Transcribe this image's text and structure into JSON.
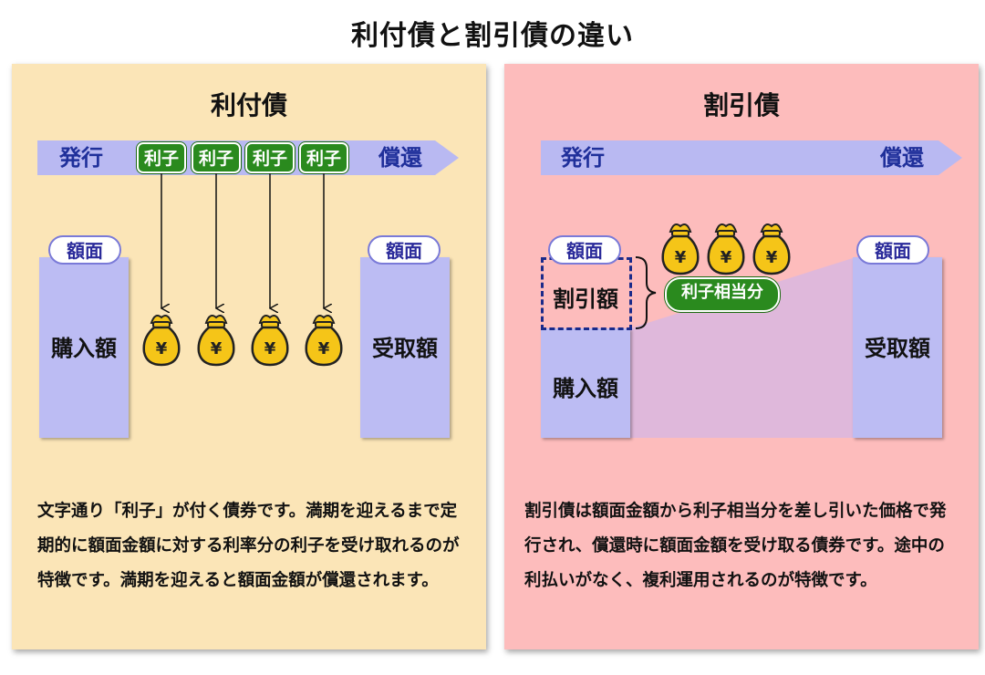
{
  "title": "利付債と割引債の違い",
  "left": {
    "heading": "利付債",
    "issue": "発行",
    "redeem": "償還",
    "interest_tags": [
      "利子",
      "利子",
      "利子",
      "利子"
    ],
    "face_left": "額面",
    "face_right": "額面",
    "purchase": "購入額",
    "receive": "受取額",
    "coin_symbol": "¥",
    "description": "文字通り「利子」が付く債券です。満期を迎えるまで定期的に額面金額に対する利率分の利子を受け取れるのが特徴です。満期を迎えると額面金額が償還されます。"
  },
  "right": {
    "heading": "割引債",
    "issue": "発行",
    "redeem": "償還",
    "face_left": "額面",
    "face_right": "額面",
    "discount": "割引額",
    "purchase": "購入額",
    "receive": "受取額",
    "interest_equiv": "利子相当分",
    "coin_symbol": "¥",
    "description": "割引債は額面金額から利子相当分を差し引いた価格で発行され、償還時に額面金額を受け取る債券です。途中の利払いがなく、複利運用されるのが特徴です。"
  },
  "colors": {
    "left_bg": "#fbe5b7",
    "right_bg": "#fdbcbc",
    "bar": "#bcbcf3",
    "interest_green": "#2a8a1e",
    "coin_gold": "#f5c518"
  }
}
